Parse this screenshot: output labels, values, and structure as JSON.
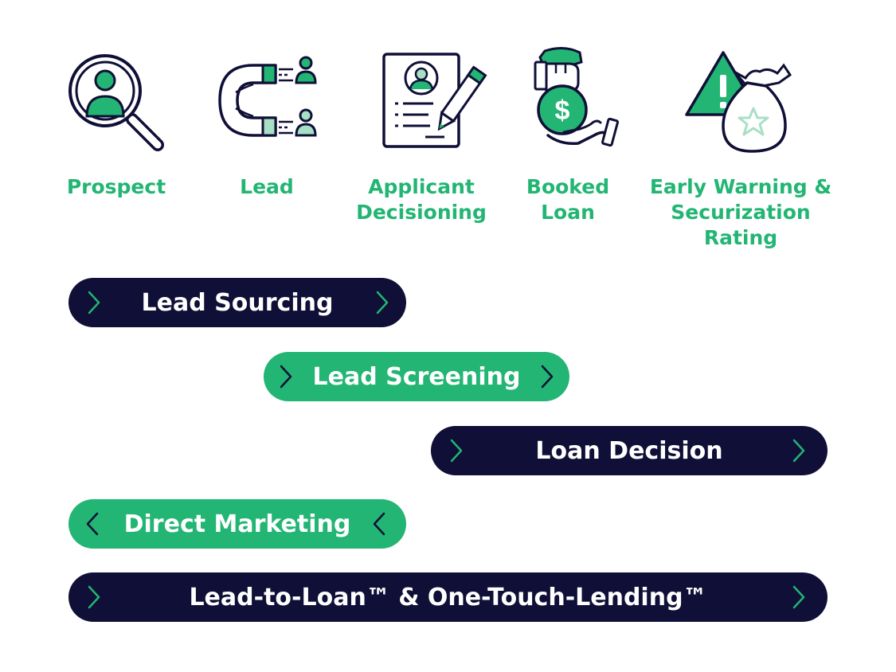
{
  "colors": {
    "navy": "#0f0f37",
    "green": "#22b573",
    "light_green": "#a8e0c6",
    "white": "#ffffff"
  },
  "stages": [
    {
      "label": "Prospect",
      "icon": "magnifier-person-icon"
    },
    {
      "label": "Lead",
      "icon": "magnet-people-icon"
    },
    {
      "label": "Applicant\nDecisioning",
      "icon": "application-form-pencil-icon"
    },
    {
      "label": "Booked\nLoan",
      "icon": "money-bag-hands-icon"
    },
    {
      "label": "Early Warning &\nSecurization\nRating",
      "icon": "warning-money-bag-icon"
    }
  ],
  "bars": [
    {
      "label": "Lead Sourcing",
      "style": "navy",
      "direction": "right"
    },
    {
      "label": "Lead Screening",
      "style": "green",
      "direction": "right"
    },
    {
      "label": "Loan Decision",
      "style": "navy",
      "direction": "right"
    },
    {
      "label": "Direct Marketing",
      "style": "green",
      "direction": "left"
    },
    {
      "label": "Lead-to-Loan™ & One-Touch-Lending™",
      "style": "navy",
      "direction": "right"
    }
  ]
}
